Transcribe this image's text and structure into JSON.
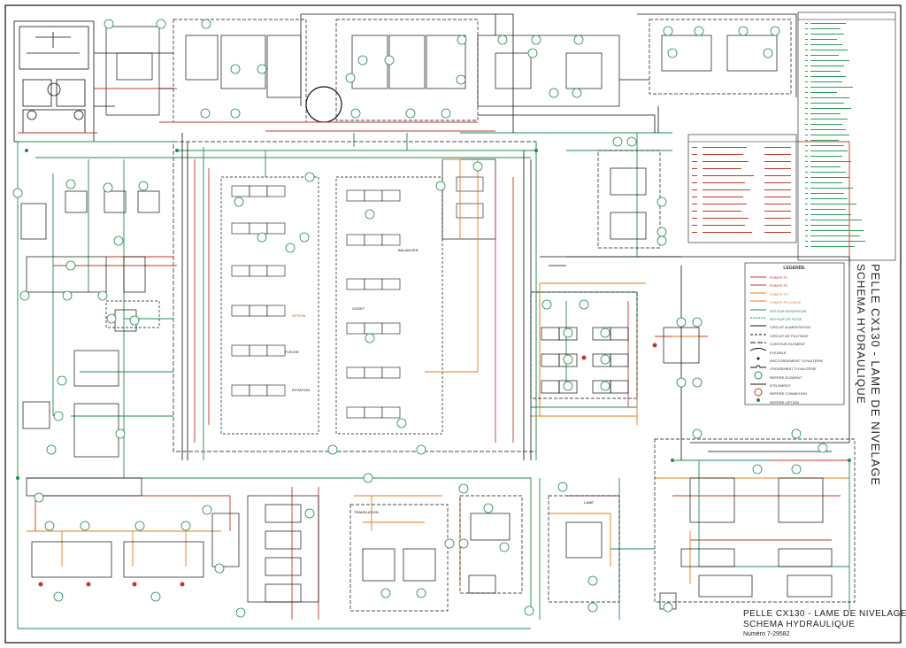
{
  "title": {
    "line1": "PELLE CX130 - LAME DE NIVELAGE",
    "line2": "SCHEMA HYDRAULIQUE",
    "number": "Numéro 7-29582"
  },
  "legend": {
    "heading": "LEGENDE",
    "rows": [
      "POMPE P1",
      "POMPE P2",
      "POMPE P3",
      "POMPE PILOTAGE",
      "RETOUR RESERVOIR",
      "RETOUR DE FUITE",
      "CIRCUIT ALIMENTATION",
      "CIRCUIT DE PILOTAGE",
      "CONTOUR ELEMENT",
      "FLEXIBLE",
      "RACCORDEMENT TUYAUTERIE",
      "CROISEMENT TUYAUTERIE",
      "REPERE ELEMENT",
      "N°ELEMENT",
      "REPERE CONNEXION",
      "REPERE OPTION"
    ]
  },
  "colors": {
    "pressure": "#c0392b",
    "pilot": "#e67e22",
    "return": "#1e8c4e",
    "line": "#111111"
  },
  "labels": {
    "option": "OPTION",
    "balancier": "BALANCIER",
    "fleche": "FLECHE",
    "godet": "GODET",
    "rotation": "ROTATION",
    "translation": "TRANSLATION",
    "lame": "LAME"
  }
}
